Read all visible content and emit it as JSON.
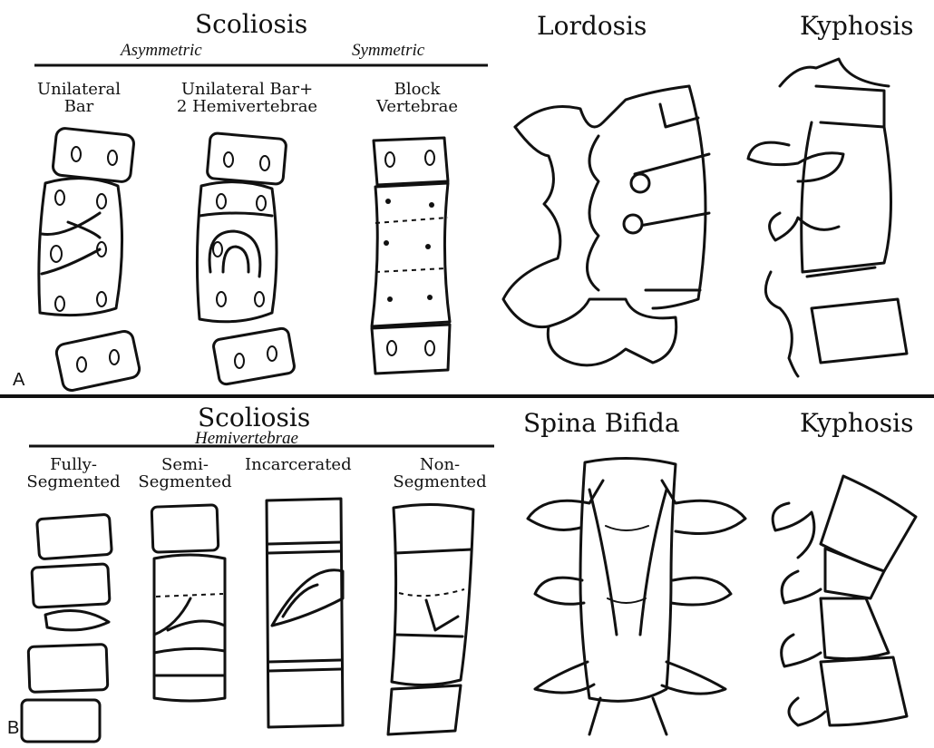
{
  "panel_a": {
    "letter": "A",
    "scoliosis_title": "Scoliosis",
    "asymmetric_label": "Asymmetric",
    "symmetric_label": "Symmetric",
    "unilateral_bar": [
      "Unilateral",
      "Bar"
    ],
    "unilateral_bar_hemi": [
      "Unilateral Bar+",
      "2 Hemivertebrae"
    ],
    "block_vertebrae": [
      "Block",
      "Vertebrae"
    ],
    "lordosis_title": "Lordosis",
    "kyphosis_title": "Kyphosis"
  },
  "panel_b": {
    "letter": "B",
    "scoliosis_title": "Scoliosis",
    "hemivertebrae_label": "Hemivertebrae",
    "fully_segmented": [
      "Fully-",
      "Segmented"
    ],
    "semi_segmented": [
      "Semi-",
      "Segmented"
    ],
    "incarcerated": "Incarcerated",
    "non_segmented": [
      "Non-",
      "Segmented"
    ],
    "spina_bifida_title": "Spina Bifida",
    "kyphosis_title": "Kyphosis"
  }
}
